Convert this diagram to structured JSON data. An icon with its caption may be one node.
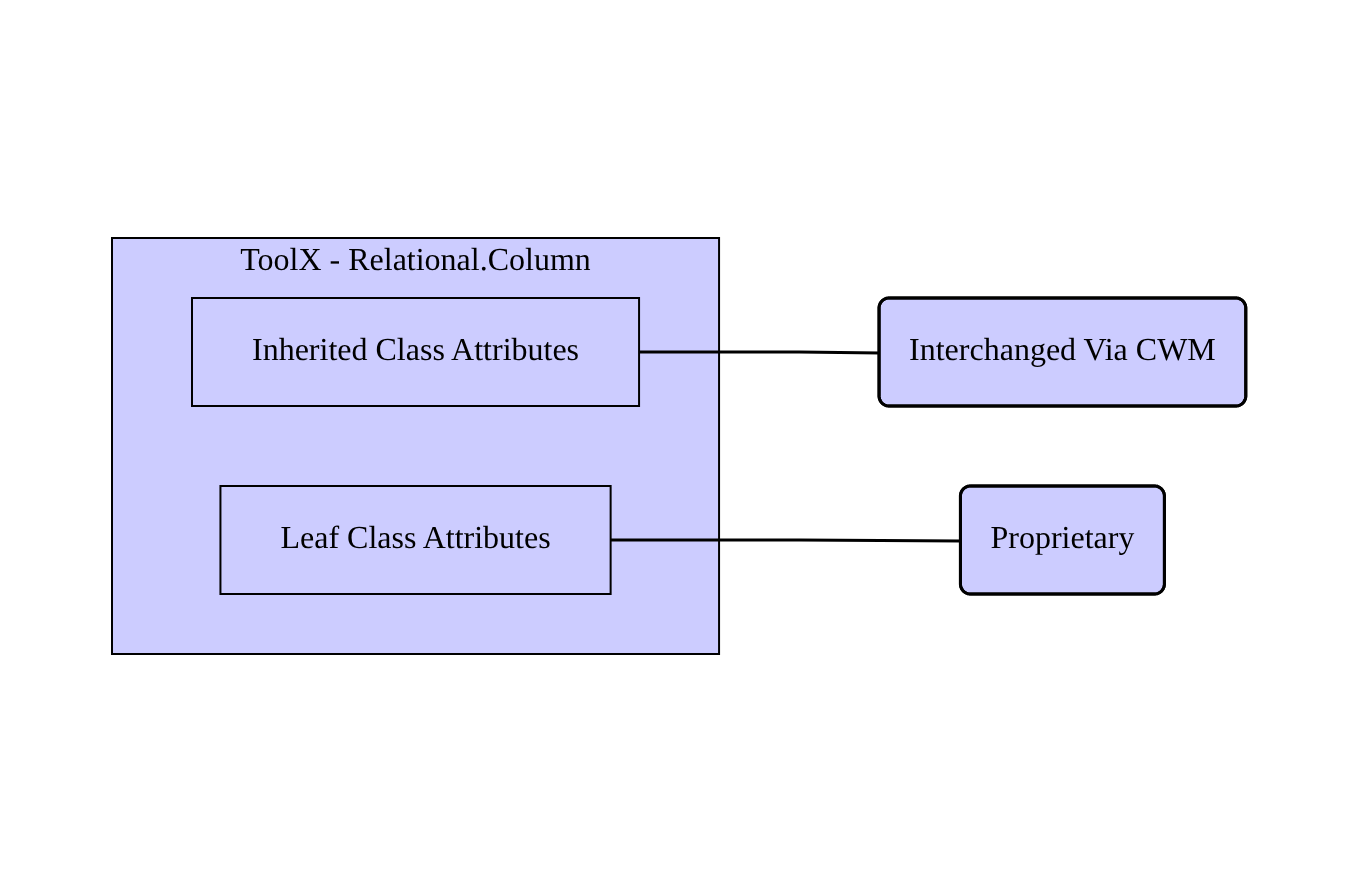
{
  "diagram": {
    "nodes": [
      {
        "text": [
          "ToolX - Relational.Column"
        ]
      },
      {
        "text": [
          "Inherited Class Attributes"
        ],
        "in": 0
      },
      {
        "text": [
          "Leaf Class Attributes"
        ],
        "in": 0
      },
      {
        "text": [
          "Interchanged Via CWM"
        ]
      },
      {
        "text": [
          "Proprietary"
        ]
      }
    ],
    "edges": [
      {
        "from": 3,
        "to": 1,
        "arrow": "none"
      },
      {
        "from": 4,
        "to": 2,
        "arrow": "none"
      }
    ]
  }
}
